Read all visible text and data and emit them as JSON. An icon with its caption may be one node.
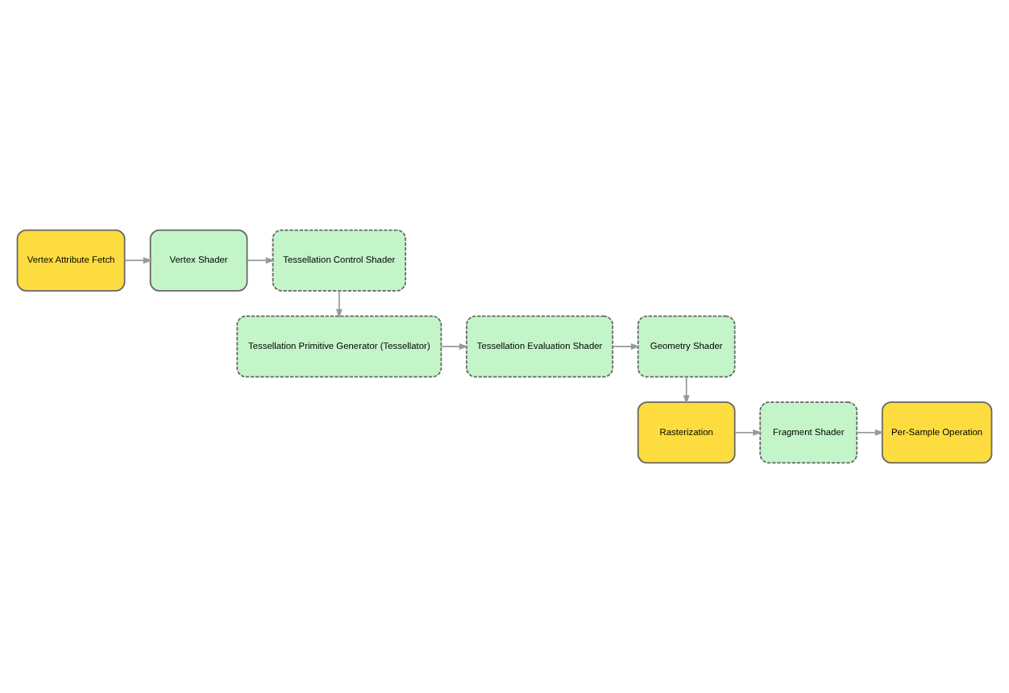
{
  "diagram": {
    "nodes": [
      {
        "text": [
          "Vertex Attribute Fetch"
        ]
      },
      {
        "text": [
          "Vertex Shader"
        ]
      },
      {
        "text": [
          "Tessellation Control Shader"
        ]
      },
      {
        "text": [
          "Tessellation Primitive Generator (Tessellator)"
        ]
      },
      {
        "text": [
          "Tessellation Evaluation Shader"
        ]
      },
      {
        "text": [
          "Geometry Shader"
        ]
      },
      {
        "text": [
          "Rasterization"
        ]
      },
      {
        "text": [
          "Fragment Shader"
        ]
      },
      {
        "text": [
          "Per-Sample Operation"
        ]
      }
    ],
    "edges": [
      {
        "from": 0,
        "to": 1,
        "arrow": "to"
      },
      {
        "from": 1,
        "to": 2,
        "arrow": "to"
      },
      {
        "from": 2,
        "to": 3,
        "arrow": "to"
      },
      {
        "from": 3,
        "to": 4,
        "arrow": "to"
      },
      {
        "from": 4,
        "to": 5,
        "arrow": "to"
      },
      {
        "from": 5,
        "to": 6,
        "arrow": "to"
      },
      {
        "from": 6,
        "to": 7,
        "arrow": "to"
      },
      {
        "from": 7,
        "to": 8,
        "arrow": "to"
      }
    ]
  }
}
